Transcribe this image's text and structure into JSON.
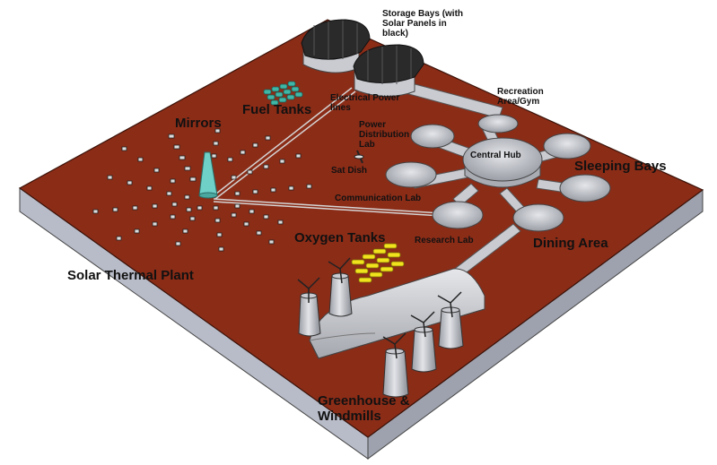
{
  "colors": {
    "ground": "#8b2c17",
    "ground_edge": "#6e220f",
    "base_side": "#b8bcc8",
    "base_side_dark": "#9ea2ae",
    "structure": "#c9cbd1",
    "structure_dark": "#8f929a",
    "fuel_tank": "#3fb6a6",
    "oxygen_tank": "#f0e21c",
    "solar_tower": "#6fd0c8",
    "storage_roof": "#2a2a2a"
  },
  "labels": {
    "storage_bays": "Storage Bays (with Solar Panels in black)",
    "electrical_power_lines": "Electrical Power lines",
    "fuel_tanks": "Fuel Tanks",
    "mirrors": "Mirrors",
    "power_distribution_lab": "Power Distribution Lab",
    "recreation": "Recreation Area/Gym",
    "central_hub": "Central Hub",
    "sleeping_bays": "Sleeping Bays",
    "sat_dish": "Sat Dish",
    "communication_lab": "Communication Lab",
    "oxygen_tanks": "Oxygen Tanks",
    "research_lab": "Research Lab",
    "dining_area": "Dining Area",
    "solar_thermal_plant": "Solar Thermal Plant",
    "greenhouse_windmills": "Greenhouse & Windmills"
  }
}
